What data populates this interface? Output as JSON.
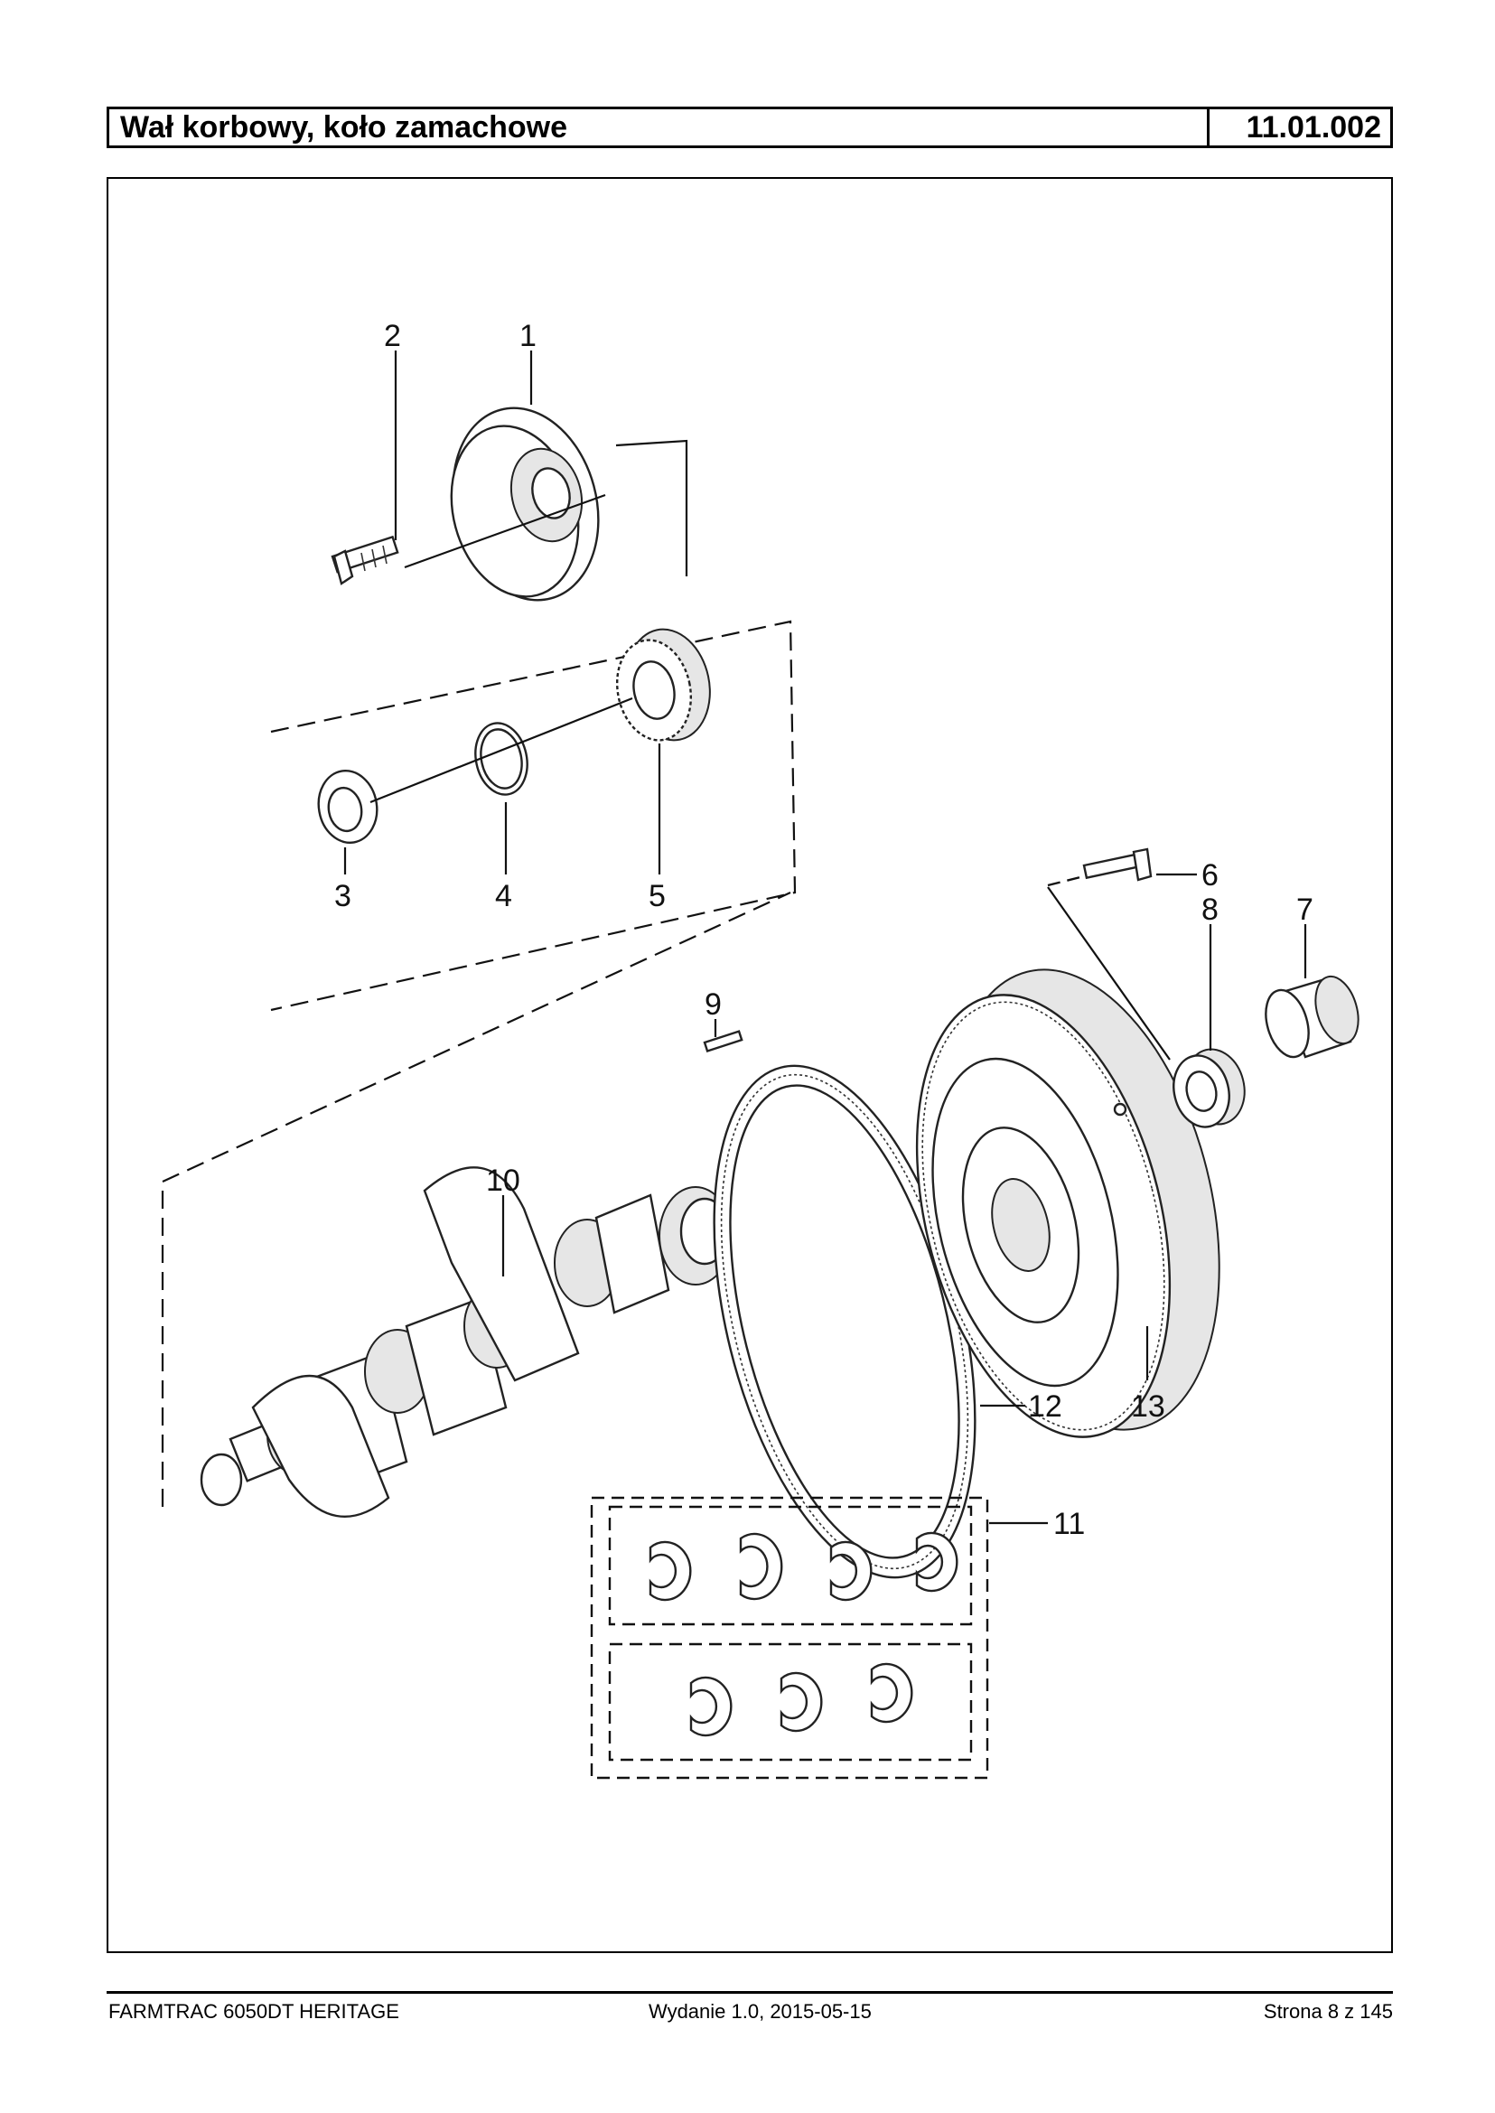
{
  "header": {
    "title": "Wał korbowy, koło zamachowe",
    "code": "11.01.002"
  },
  "diagram": {
    "callouts": [
      "1",
      "2",
      "3",
      "4",
      "5",
      "6",
      "7",
      "8",
      "9",
      "10",
      "11",
      "12",
      "13"
    ]
  },
  "footer": {
    "model": "FARMTRAC 6050DT HERITAGE",
    "edition": "Wydanie 1.0,  2015-05-15",
    "page": "Strona 8 z 145"
  }
}
